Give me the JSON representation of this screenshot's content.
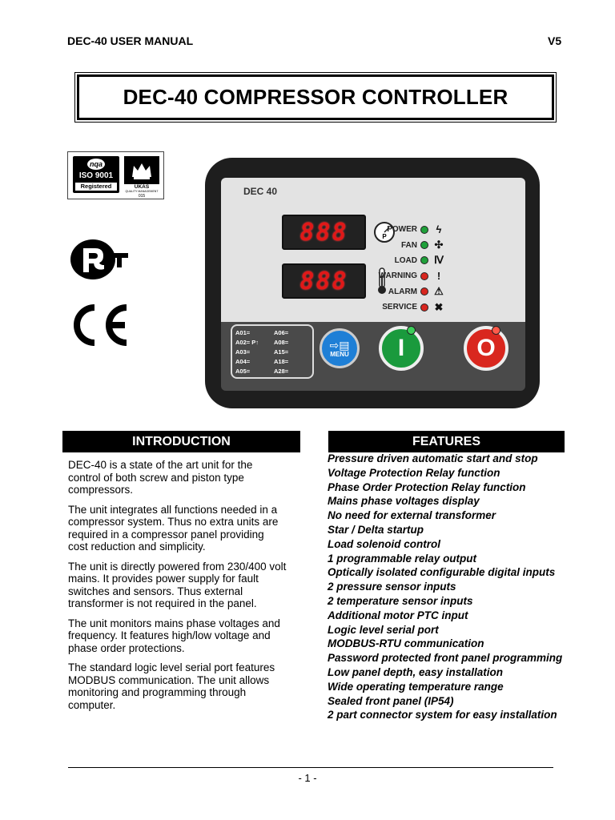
{
  "header": {
    "left": "DEC-40 USER MANUAL",
    "right": "V5"
  },
  "title": "DEC-40 COMPRESSOR CONTROLLER",
  "logos": {
    "iso_top": "nqa",
    "iso_mid": "ISO 9001",
    "iso_bottom": "Registered",
    "ukas": "UKAS",
    "ukas_sub": "QUALITY MANAGEMENT",
    "ukas_num": "015",
    "ce": "CE"
  },
  "controller": {
    "brand": "DEC 40",
    "display_top": "888",
    "display_bottom": "888",
    "indicators": [
      {
        "label": "POWER",
        "led": "#1fa03a",
        "symbol": "ϟ"
      },
      {
        "label": "FAN",
        "led": "#1fa03a",
        "symbol": "✣"
      },
      {
        "label": "LOAD",
        "led": "#1fa03a",
        "symbol": "Ⅳ"
      },
      {
        "label": "WARNING",
        "led": "#d8261f",
        "symbol": "!"
      },
      {
        "label": "ALARM",
        "led": "#d8261f",
        "symbol": "⚠"
      },
      {
        "label": "SERVICE",
        "led": "#d8261f",
        "symbol": "✖"
      }
    ],
    "codes": [
      "A01=",
      "A06=",
      "A02= P↑",
      "A08=",
      "A03=",
      "A15=",
      "A04=",
      "A18=",
      "A05=",
      "A28="
    ],
    "menu_label": "MENU",
    "start_label": "I",
    "stop_label": "O"
  },
  "introduction": {
    "heading": "INTRODUCTION",
    "paragraphs": [
      [
        "DEC-40 is a state of the art unit for the",
        "control of both screw and piston type",
        "compressors."
      ],
      [
        "The unit integrates all functions needed in a",
        "compressor system. Thus no extra units are",
        "required in a compressor panel providing",
        "cost reduction and simplicity."
      ],
      [
        "The unit is directly powered from 230/400 volt",
        "mains. It provides power supply for fault",
        "switches and sensors. Thus external",
        "transformer is not required in the panel."
      ],
      [
        "The unit monitors mains phase voltages and",
        "frequency. It features high/low voltage and",
        "phase order protections."
      ],
      [
        "The standard logic level serial port features",
        "MODBUS communication. The unit allows",
        "monitoring and programming through",
        "computer."
      ]
    ]
  },
  "features": {
    "heading": "FEATURES",
    "items": [
      "Pressure driven automatic start and stop",
      "Voltage Protection Relay function",
      "Phase Order Protection Relay function",
      "Mains phase voltages display",
      "No need for external transformer",
      "Star / Delta startup",
      "Load solenoid control",
      "1 programmable relay output",
      "Optically isolated configurable digital inputs",
      "2 pressure sensor inputs",
      "2 temperature sensor inputs",
      "Additional motor PTC input",
      "Logic level serial port",
      "MODBUS-RTU communication",
      "Password protected front panel programming",
      "Low panel depth, easy installation",
      "Wide operating temperature range",
      "Sealed front panel (IP54)",
      "2 part connector system for easy installation"
    ]
  },
  "footer": {
    "page": "- 1 -"
  }
}
